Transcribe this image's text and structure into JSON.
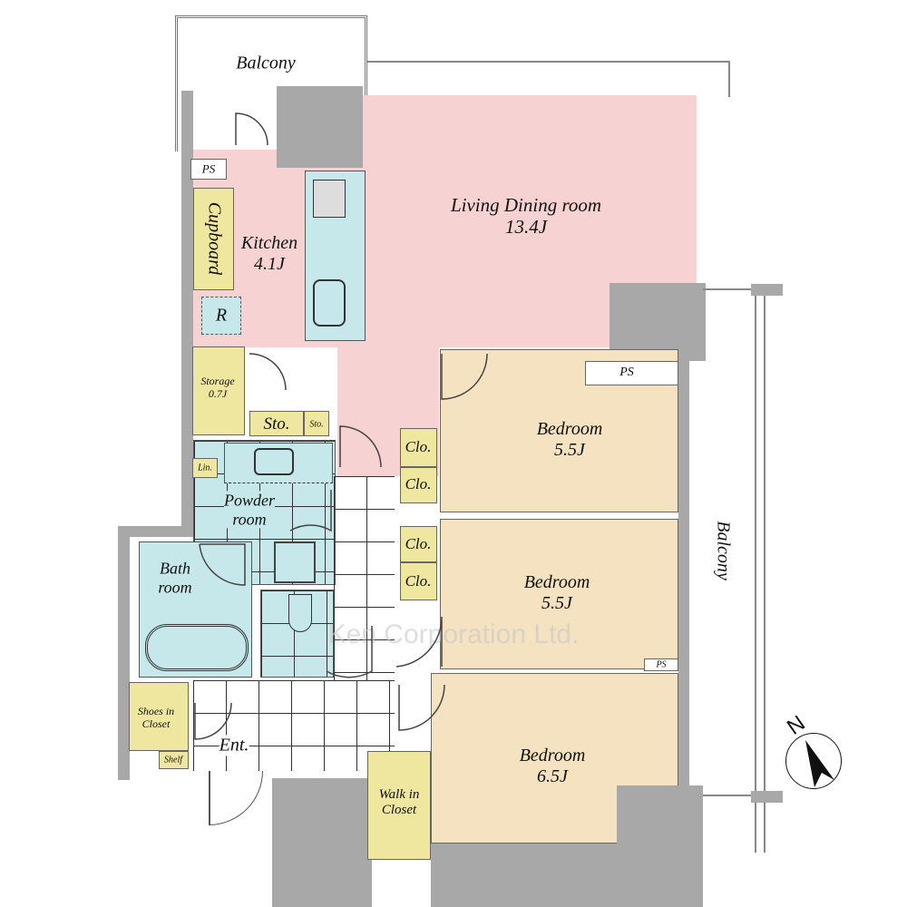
{
  "rooms": {
    "balcony_top": "Balcony",
    "balcony_right": "Balcony",
    "living_dining": {
      "name": "Living Dining room",
      "size": "13.4J"
    },
    "kitchen": {
      "name": "Kitchen",
      "size": "4.1J"
    },
    "cupboard": "Cupboard",
    "refrigerator": "R",
    "ps_top": "PS",
    "ps_mid": "PS",
    "ps_small": "PS",
    "storage": {
      "name": "Storage",
      "size": "0.7J"
    },
    "sto_large": "Sto.",
    "sto_small": "Sto.",
    "linen": "Lin.",
    "powder_room": {
      "line1": "Powder",
      "line2": "room"
    },
    "bath_room": {
      "line1": "Bath",
      "line2": "room"
    },
    "shoes_closet": {
      "line1": "Shoes in",
      "line2": "Closet"
    },
    "shelf": "Shelf",
    "entrance": "Ent.",
    "bedroom1": {
      "name": "Bedroom",
      "size": "5.5J"
    },
    "bedroom2": {
      "name": "Bedroom",
      "size": "5.5J"
    },
    "bedroom3": {
      "name": "Bedroom",
      "size": "6.5J"
    },
    "closets": [
      "Clo.",
      "Clo.",
      "Clo.",
      "Clo."
    ],
    "walk_in_closet": {
      "line1": "Walk in",
      "line2": "Closet"
    }
  },
  "compass": {
    "label": "N"
  },
  "watermark": "Ken Corporation Ltd."
}
